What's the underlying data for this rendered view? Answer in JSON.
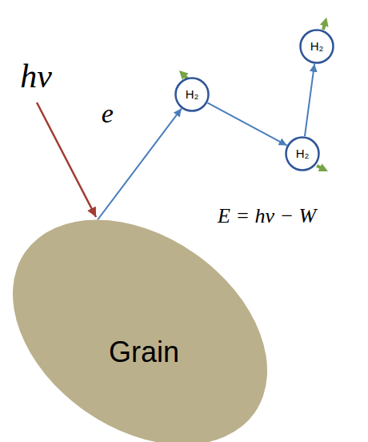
{
  "diagram": {
    "nodes": [
      {
        "text": [
          "Grain"
        ]
      },
      {
        "text": [
          "H₂"
        ]
      },
      {
        "text": [
          "H₂"
        ]
      },
      {
        "text": [
          "H₂"
        ]
      }
    ],
    "edges": [
      {
        "from": 0,
        "to": 1,
        "label": "e",
        "arrow": "to"
      },
      {
        "from": 1,
        "to": 2,
        "arrow": "to"
      },
      {
        "from": 2,
        "to": 3,
        "arrow": "to"
      }
    ],
    "labels": [
      "hν",
      "E = hν − W"
    ]
  }
}
